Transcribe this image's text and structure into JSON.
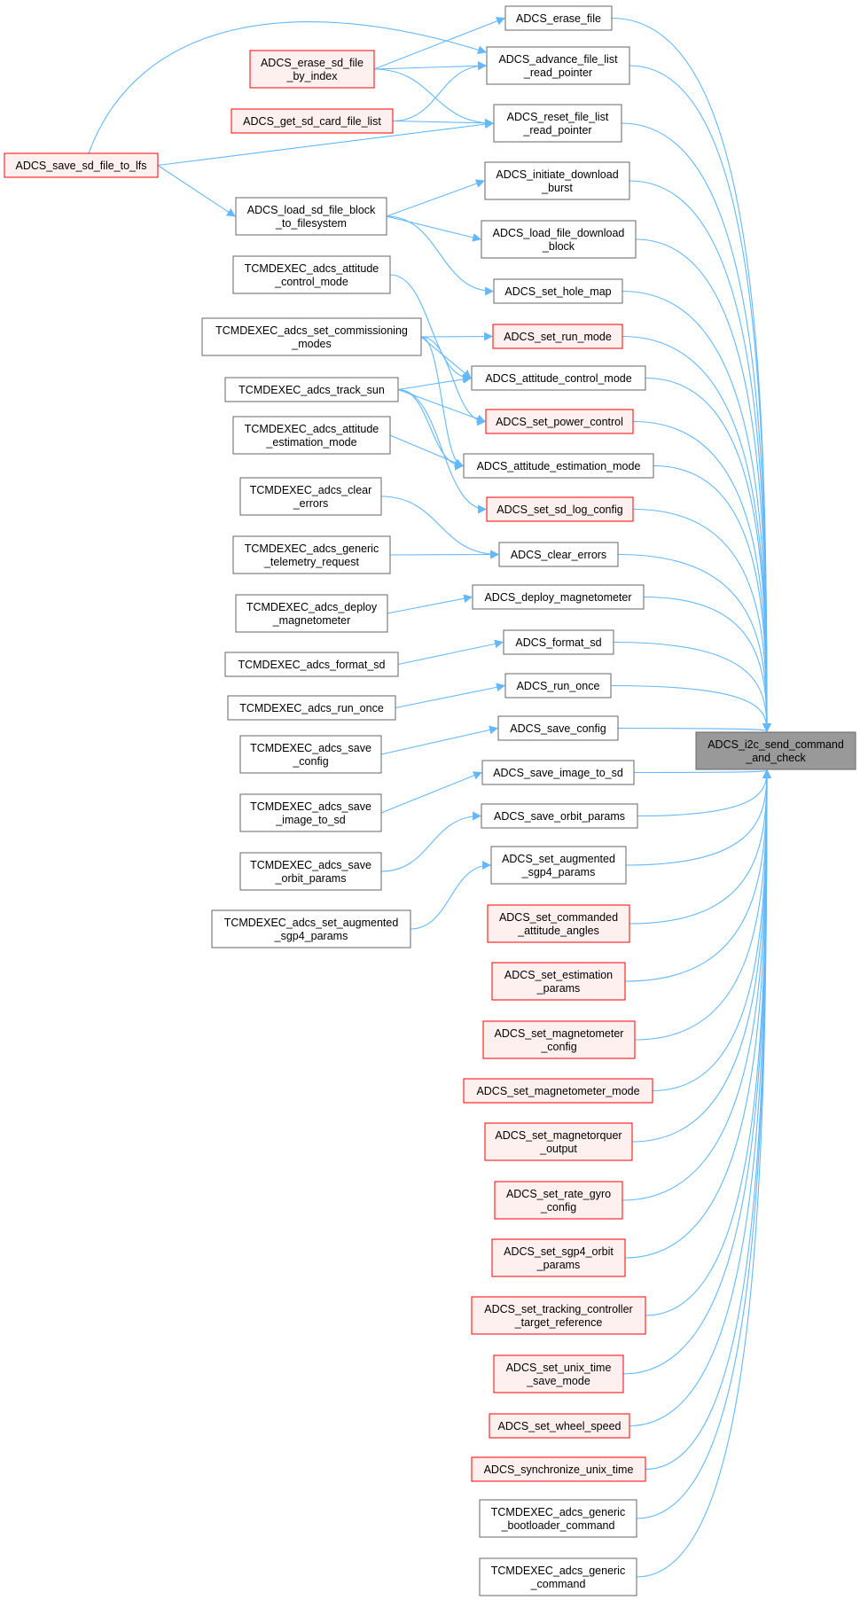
{
  "graph": {
    "type": "caller-graph",
    "target": "ADCS_i2c_send_command_and_check",
    "nodes": [
      {
        "id": "target",
        "lines": [
          "ADCS_i2c_send_command",
          "_and_check"
        ],
        "style": "target"
      },
      {
        "id": "erase_file",
        "lines": [
          "ADCS_erase_file"
        ],
        "style": "normal"
      },
      {
        "id": "advance",
        "lines": [
          "ADCS_advance_file_list",
          "_read_pointer"
        ],
        "style": "normal"
      },
      {
        "id": "reset",
        "lines": [
          "ADCS_reset_file_list",
          "_read_pointer"
        ],
        "style": "normal"
      },
      {
        "id": "initiate",
        "lines": [
          "ADCS_initiate_download",
          "_burst"
        ],
        "style": "normal"
      },
      {
        "id": "load_block",
        "lines": [
          "ADCS_load_file_download",
          "_block"
        ],
        "style": "normal"
      },
      {
        "id": "hole_map",
        "lines": [
          "ADCS_set_hole_map"
        ],
        "style": "normal"
      },
      {
        "id": "run_mode",
        "lines": [
          "ADCS_set_run_mode"
        ],
        "style": "red"
      },
      {
        "id": "att_ctrl",
        "lines": [
          "ADCS_attitude_control_mode"
        ],
        "style": "normal"
      },
      {
        "id": "power",
        "lines": [
          "ADCS_set_power_control"
        ],
        "style": "red"
      },
      {
        "id": "att_est",
        "lines": [
          "ADCS_attitude_estimation_mode"
        ],
        "style": "normal"
      },
      {
        "id": "sd_log",
        "lines": [
          "ADCS_set_sd_log_config"
        ],
        "style": "red"
      },
      {
        "id": "clear",
        "lines": [
          "ADCS_clear_errors"
        ],
        "style": "normal"
      },
      {
        "id": "deploy",
        "lines": [
          "ADCS_deploy_magnetometer"
        ],
        "style": "normal"
      },
      {
        "id": "format",
        "lines": [
          "ADCS_format_sd"
        ],
        "style": "normal"
      },
      {
        "id": "run_once",
        "lines": [
          "ADCS_run_once"
        ],
        "style": "normal"
      },
      {
        "id": "save_config",
        "lines": [
          "ADCS_save_config"
        ],
        "style": "normal"
      },
      {
        "id": "save_image",
        "lines": [
          "ADCS_save_image_to_sd"
        ],
        "style": "normal"
      },
      {
        "id": "save_orbit",
        "lines": [
          "ADCS_save_orbit_params"
        ],
        "style": "normal"
      },
      {
        "id": "aug_sgp4",
        "lines": [
          "ADCS_set_augmented",
          "_sgp4_params"
        ],
        "style": "normal"
      },
      {
        "id": "cmd_att",
        "lines": [
          "ADCS_set_commanded",
          "_attitude_angles"
        ],
        "style": "red"
      },
      {
        "id": "est_params",
        "lines": [
          "ADCS_set_estimation",
          "_params"
        ],
        "style": "red"
      },
      {
        "id": "mag_config",
        "lines": [
          "ADCS_set_magnetometer",
          "_config"
        ],
        "style": "red"
      },
      {
        "id": "mag_mode",
        "lines": [
          "ADCS_set_magnetometer_mode"
        ],
        "style": "red"
      },
      {
        "id": "mtq",
        "lines": [
          "ADCS_set_magnetorquer",
          "_output"
        ],
        "style": "red"
      },
      {
        "id": "gyro",
        "lines": [
          "ADCS_set_rate_gyro",
          "_config"
        ],
        "style": "red"
      },
      {
        "id": "sgp4",
        "lines": [
          "ADCS_set_sgp4_orbit",
          "_params"
        ],
        "style": "red"
      },
      {
        "id": "tracking",
        "lines": [
          "ADCS_set_tracking_controller",
          "_target_reference"
        ],
        "style": "red"
      },
      {
        "id": "unix_save",
        "lines": [
          "ADCS_set_unix_time",
          "_save_mode"
        ],
        "style": "red"
      },
      {
        "id": "wheel",
        "lines": [
          "ADCS_set_wheel_speed"
        ],
        "style": "red"
      },
      {
        "id": "sync",
        "lines": [
          "ADCS_synchronize_unix_time"
        ],
        "style": "red"
      },
      {
        "id": "boot",
        "lines": [
          "TCMDEXEC_adcs_generic",
          "_bootloader_command"
        ],
        "style": "normal"
      },
      {
        "id": "gen_cmd",
        "lines": [
          "TCMDEXEC_adcs_generic",
          "_command"
        ],
        "style": "normal"
      },
      {
        "id": "erase_sd",
        "lines": [
          "ADCS_erase_sd_file",
          "_by_index"
        ],
        "style": "red"
      },
      {
        "id": "get_sd",
        "lines": [
          "ADCS_get_sd_card_file_list"
        ],
        "style": "red"
      },
      {
        "id": "load_sd",
        "lines": [
          "ADCS_load_sd_file_block",
          "_to_filesystem"
        ],
        "style": "normal"
      },
      {
        "id": "save_lfs",
        "lines": [
          "ADCS_save_sd_file_to_lfs"
        ],
        "style": "red"
      },
      {
        "id": "t_att_ctrl",
        "lines": [
          "TCMDEXEC_adcs_attitude",
          "_control_mode"
        ],
        "style": "normal"
      },
      {
        "id": "t_comm",
        "lines": [
          "TCMDEXEC_adcs_set_commissioning",
          "_modes"
        ],
        "style": "normal"
      },
      {
        "id": "t_track",
        "lines": [
          "TCMDEXEC_adcs_track_sun"
        ],
        "style": "normal"
      },
      {
        "id": "t_att_est",
        "lines": [
          "TCMDEXEC_adcs_attitude",
          "_estimation_mode"
        ],
        "style": "normal"
      },
      {
        "id": "t_clear",
        "lines": [
          "TCMDEXEC_adcs_clear",
          "_errors"
        ],
        "style": "normal"
      },
      {
        "id": "t_telem",
        "lines": [
          "TCMDEXEC_adcs_generic",
          "_telemetry_request"
        ],
        "style": "normal"
      },
      {
        "id": "t_deploy",
        "lines": [
          "TCMDEXEC_adcs_deploy",
          "_magnetometer"
        ],
        "style": "normal"
      },
      {
        "id": "t_format",
        "lines": [
          "TCMDEXEC_adcs_format_sd"
        ],
        "style": "normal"
      },
      {
        "id": "t_run_once",
        "lines": [
          "TCMDEXEC_adcs_run_once"
        ],
        "style": "normal"
      },
      {
        "id": "t_save_config",
        "lines": [
          "TCMDEXEC_adcs_save",
          "_config"
        ],
        "style": "normal"
      },
      {
        "id": "t_save_image",
        "lines": [
          "TCMDEXEC_adcs_save",
          "_image_to_sd"
        ],
        "style": "normal"
      },
      {
        "id": "t_save_orbit",
        "lines": [
          "TCMDEXEC_adcs_save",
          "_orbit_params"
        ],
        "style": "normal"
      },
      {
        "id": "t_aug",
        "lines": [
          "TCMDEXEC_adcs_set_augmented",
          "_sgp4_params"
        ],
        "style": "normal"
      }
    ],
    "edges": [
      [
        "erase_file",
        "target"
      ],
      [
        "advance",
        "target"
      ],
      [
        "reset",
        "target"
      ],
      [
        "initiate",
        "target"
      ],
      [
        "load_block",
        "target"
      ],
      [
        "hole_map",
        "target"
      ],
      [
        "run_mode",
        "target"
      ],
      [
        "att_ctrl",
        "target"
      ],
      [
        "power",
        "target"
      ],
      [
        "att_est",
        "target"
      ],
      [
        "sd_log",
        "target"
      ],
      [
        "clear",
        "target"
      ],
      [
        "deploy",
        "target"
      ],
      [
        "format",
        "target"
      ],
      [
        "run_once",
        "target"
      ],
      [
        "save_config",
        "target"
      ],
      [
        "save_image",
        "target"
      ],
      [
        "save_orbit",
        "target"
      ],
      [
        "aug_sgp4",
        "target"
      ],
      [
        "cmd_att",
        "target"
      ],
      [
        "est_params",
        "target"
      ],
      [
        "mag_config",
        "target"
      ],
      [
        "mag_mode",
        "target"
      ],
      [
        "mtq",
        "target"
      ],
      [
        "gyro",
        "target"
      ],
      [
        "sgp4",
        "target"
      ],
      [
        "tracking",
        "target"
      ],
      [
        "unix_save",
        "target"
      ],
      [
        "wheel",
        "target"
      ],
      [
        "sync",
        "target"
      ],
      [
        "boot",
        "target"
      ],
      [
        "gen_cmd",
        "target"
      ],
      [
        "erase_sd",
        "erase_file"
      ],
      [
        "erase_sd",
        "advance"
      ],
      [
        "erase_sd",
        "reset"
      ],
      [
        "get_sd",
        "advance"
      ],
      [
        "get_sd",
        "reset"
      ],
      [
        "save_lfs",
        "advance"
      ],
      [
        "save_lfs",
        "reset"
      ],
      [
        "save_lfs",
        "load_sd"
      ],
      [
        "load_sd",
        "initiate"
      ],
      [
        "load_sd",
        "load_block"
      ],
      [
        "load_sd",
        "hole_map"
      ],
      [
        "t_att_ctrl",
        "att_ctrl"
      ],
      [
        "t_comm",
        "run_mode"
      ],
      [
        "t_comm",
        "att_ctrl"
      ],
      [
        "t_comm",
        "power"
      ],
      [
        "t_comm",
        "att_est"
      ],
      [
        "t_track",
        "att_ctrl"
      ],
      [
        "t_track",
        "power"
      ],
      [
        "t_track",
        "att_est"
      ],
      [
        "t_track",
        "sd_log"
      ],
      [
        "t_att_est",
        "att_est"
      ],
      [
        "t_clear",
        "clear"
      ],
      [
        "t_telem",
        "clear"
      ],
      [
        "t_deploy",
        "deploy"
      ],
      [
        "t_format",
        "format"
      ],
      [
        "t_run_once",
        "run_once"
      ],
      [
        "t_save_config",
        "save_config"
      ],
      [
        "t_save_image",
        "save_image"
      ],
      [
        "t_save_orbit",
        "save_orbit"
      ],
      [
        "t_aug",
        "aug_sgp4"
      ]
    ],
    "colors": {
      "edge": "#63b8ff",
      "normal_fill": "#ffffff",
      "normal_border": "#666666",
      "red_fill": "#fff0f0",
      "red_border": "#ff0000",
      "target_fill": "#999999",
      "target_border": "#666666"
    }
  }
}
